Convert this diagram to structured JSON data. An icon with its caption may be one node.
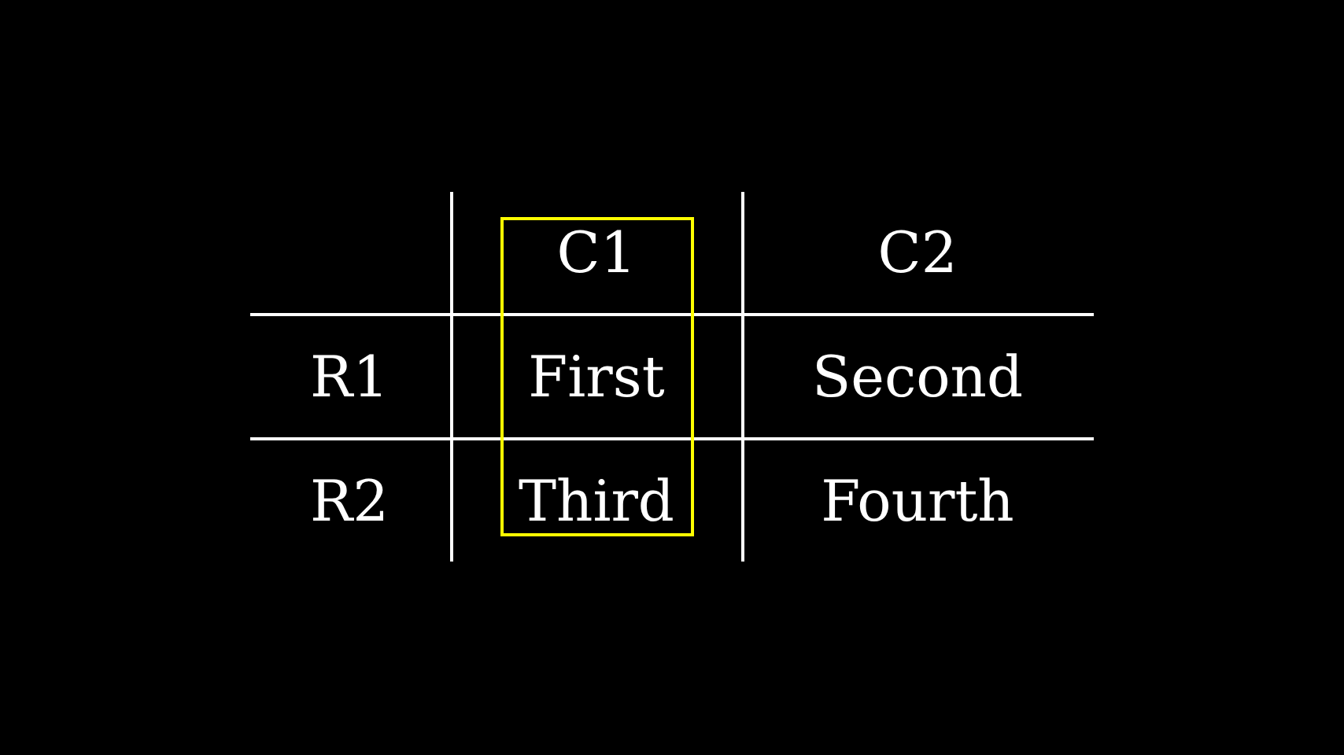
{
  "diagram": {
    "labels": [
      "C1",
      "C2",
      "R1",
      "First",
      "Second",
      "R2",
      "Third",
      "Fourth"
    ]
  }
}
